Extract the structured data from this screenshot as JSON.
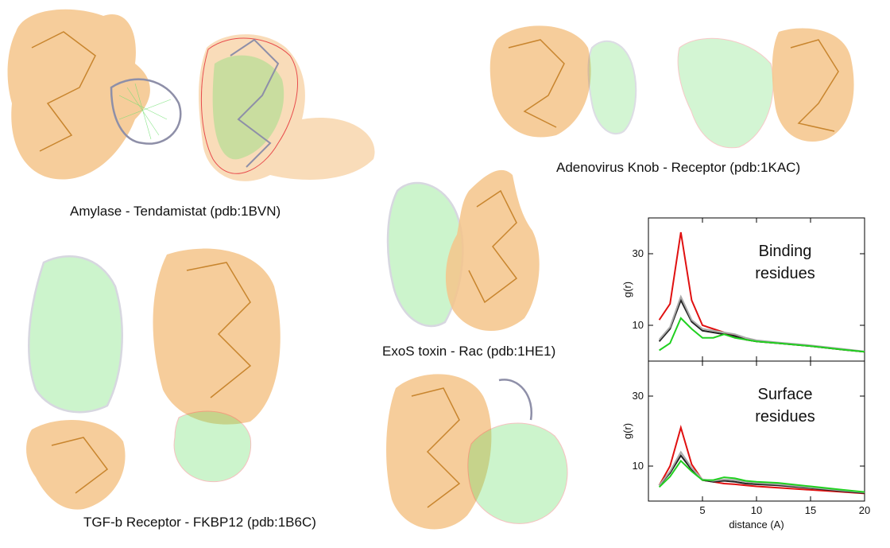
{
  "captions": {
    "amylase": "Amylase - Tendamistat (pdb:1BVN)",
    "adenovirus": "Adenovirus Knob - Receptor (pdb:1KAC)",
    "exos": "ExoS toxin - Rac (pdb:1HE1)",
    "tgfb": "TGF-b Receptor - FKBP12 (pdb:1B6C)"
  },
  "colors": {
    "surface": "#f5c48a",
    "backbone_orange": "#c8852e",
    "backbone_gray": "#8e8fa8",
    "contact_green": "#6fe06f",
    "contact_red": "#e84c4c",
    "series_red": "#e01010",
    "series_green": "#20d020",
    "series_black": "#222222",
    "series_gray": "#aaaaaa"
  },
  "chart_data": [
    {
      "type": "line",
      "panel_label": [
        "Binding",
        "residues"
      ],
      "xlabel": "",
      "ylabel": "g(r)",
      "xlim": [
        0,
        20
      ],
      "ylim": [
        0,
        40
      ],
      "yticks": [
        10,
        30
      ],
      "xticks": [
        0,
        5,
        10,
        15,
        20
      ],
      "x": [
        1,
        2,
        3,
        4,
        5,
        6,
        7,
        8,
        9,
        10,
        12,
        15,
        18,
        20
      ],
      "series": [
        {
          "color": "#e01010",
          "values": [
            11.5,
            16,
            36,
            17,
            10,
            9,
            8,
            7,
            6,
            5.5,
            5,
            4.2,
            3.2,
            2.6
          ]
        },
        {
          "color": "#222222",
          "values": [
            5.5,
            9,
            17,
            11,
            8.5,
            8,
            7.5,
            7,
            6,
            5.5,
            5,
            4.2,
            3.2,
            2.6
          ]
        },
        {
          "color": "#aaaaaa",
          "values": [
            6,
            9.5,
            18,
            11.5,
            9,
            8.5,
            8,
            7.5,
            6.5,
            5.8,
            5.2,
            4.4,
            3.4,
            2.7
          ]
        },
        {
          "color": "#20d020",
          "values": [
            3,
            5,
            12,
            9,
            6.5,
            6.5,
            7.5,
            6.5,
            6,
            5.5,
            5,
            4.2,
            3.2,
            2.6
          ]
        }
      ]
    },
    {
      "type": "line",
      "panel_label": [
        "Surface",
        "residues"
      ],
      "xlabel": "distance (A)",
      "ylabel": "g(r)",
      "xlim": [
        0,
        20
      ],
      "ylim": [
        0,
        40
      ],
      "yticks": [
        10,
        30
      ],
      "xticks": [
        0,
        5,
        10,
        15,
        20
      ],
      "x": [
        1,
        2,
        3,
        4,
        5,
        6,
        7,
        8,
        9,
        10,
        12,
        15,
        18,
        20
      ],
      "series": [
        {
          "color": "#e01010",
          "values": [
            4.5,
            10,
            21,
            10.5,
            6,
            5.5,
            5,
            4.8,
            4.5,
            4.2,
            3.8,
            3.2,
            2.6,
            2.2
          ]
        },
        {
          "color": "#222222",
          "values": [
            4.5,
            8,
            13,
            9,
            6,
            5.5,
            5.8,
            5.5,
            5,
            4.8,
            4.5,
            3.7,
            2.8,
            2.3
          ]
        },
        {
          "color": "#aaaaaa",
          "values": [
            4.5,
            8.5,
            14,
            9.5,
            6.2,
            5.8,
            6.2,
            6,
            5.5,
            5.2,
            4.8,
            3.9,
            3,
            2.5
          ]
        },
        {
          "color": "#20d020",
          "values": [
            4,
            7,
            11.5,
            8.5,
            6,
            6,
            6.8,
            6.5,
            5.8,
            5.5,
            5.2,
            4.2,
            3.2,
            2.6
          ]
        }
      ]
    }
  ]
}
